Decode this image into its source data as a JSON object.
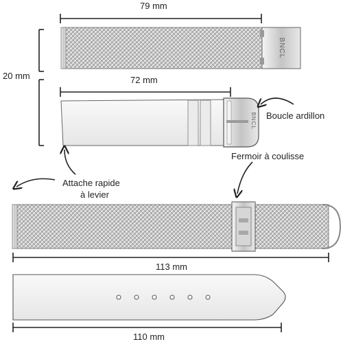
{
  "dimensions": {
    "top_width": "79 mm",
    "height": "20 mm",
    "second_width": "72 mm",
    "mesh_length": "113 mm",
    "leather_length": "110 mm"
  },
  "callouts": {
    "buckle": "Boucle ardillon",
    "slide_clasp": "Fermoir à coulisse",
    "quick_release_line1": "Attache rapide",
    "quick_release_line2": "à levier"
  },
  "engraving": "BNCL",
  "colors": {
    "line": "#222222",
    "metal_light": "#ededed",
    "metal_mid": "#bdbdbd",
    "metal_dark": "#7a7a7a",
    "leather": "#f3f3f3",
    "outline": "#555555"
  }
}
